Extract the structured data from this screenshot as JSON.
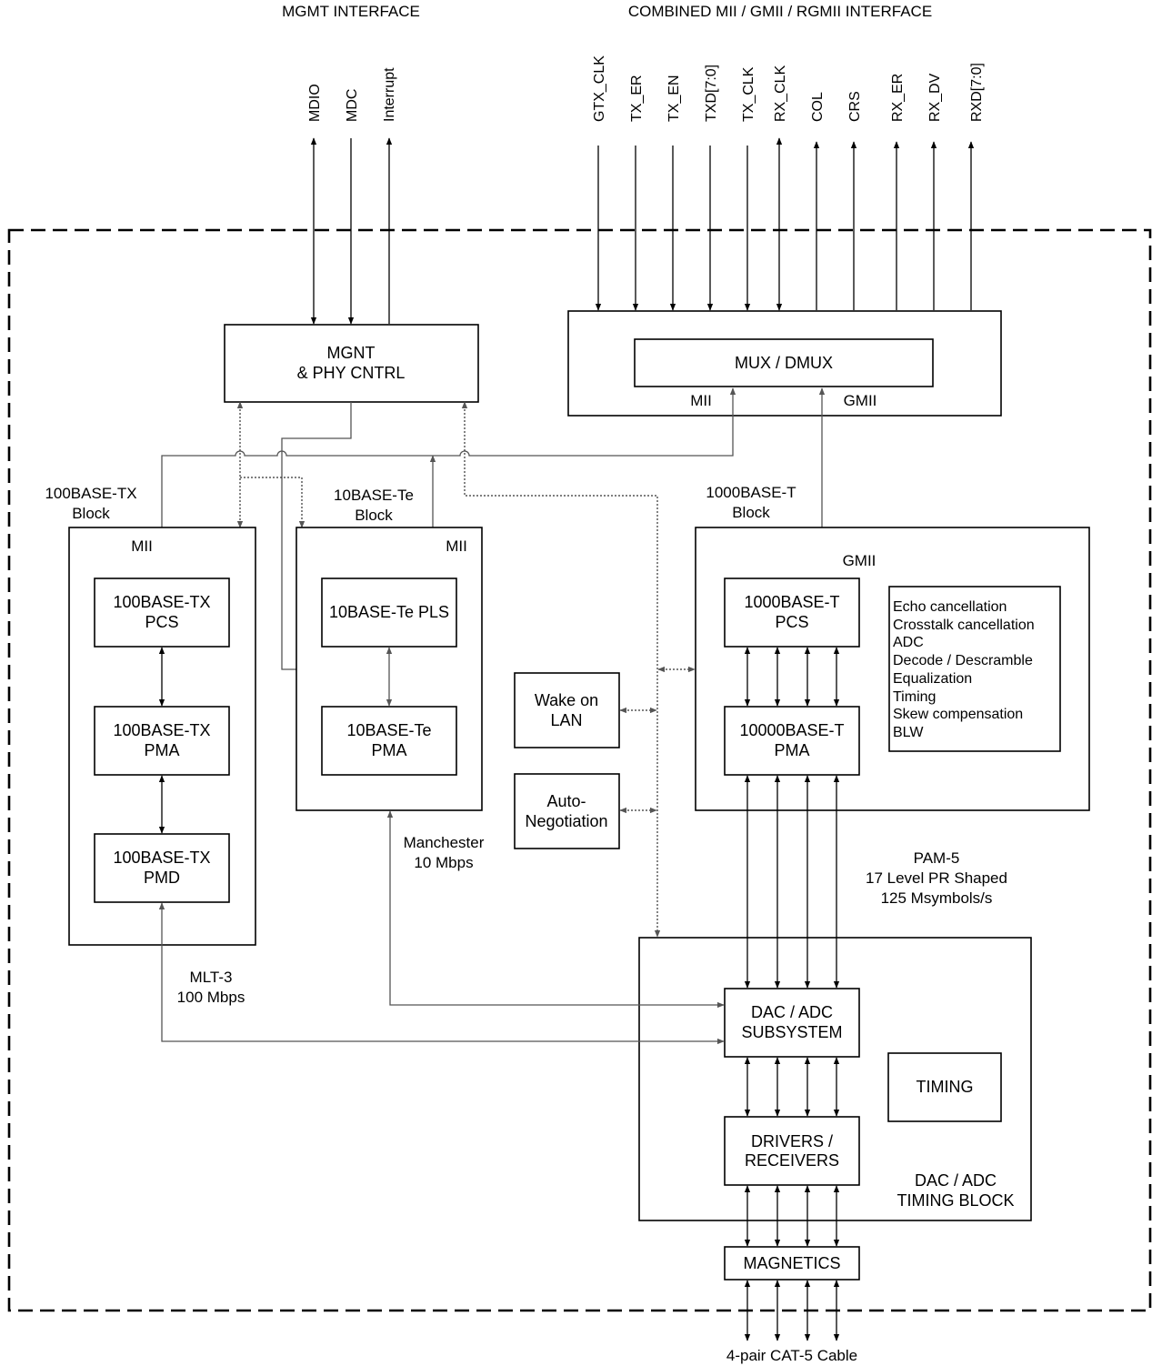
{
  "headers": {
    "mgmt": "MGMT INTERFACE",
    "combined": "COMBINED MII / GMII / RGMII  INTERFACE"
  },
  "mgmt_pins": [
    "MDIO",
    "MDC",
    "Interrupt"
  ],
  "mii_pins": [
    "GTX_CLK",
    "TX_ER",
    "TX_EN",
    "TXD[7:0]",
    "TX_CLK",
    "RX_CLK",
    "COL",
    "CRS",
    "RX_ER",
    "RX_DV",
    "RXD[7:0]"
  ],
  "blocks": {
    "mgnt": [
      "MGNT",
      "& PHY CNTRL"
    ],
    "mux": "MUX / DMUX",
    "mux_mii": "MII",
    "mux_gmii": "GMII",
    "tx_title": [
      "100BASE-TX",
      "Block"
    ],
    "tx_mii": "MII",
    "tx_pcs": [
      "100BASE-TX",
      "PCS"
    ],
    "tx_pma": [
      "100BASE-TX",
      "PMA"
    ],
    "tx_pmd": [
      "100BASE-TX",
      "PMD"
    ],
    "te_title": [
      "10BASE-Te",
      "Block"
    ],
    "te_mii": "MII",
    "te_pls": "10BASE-Te PLS",
    "te_pma": [
      "10BASE-Te",
      "PMA"
    ],
    "t_title": [
      "1000BASE-T",
      "Block"
    ],
    "t_gmii": "GMII",
    "t_pcs": [
      "1000BASE-T",
      "PCS"
    ],
    "t_pma": [
      "10000BASE-T",
      "PMA"
    ],
    "features": [
      "Echo cancellation",
      "Crosstalk cancellation",
      "ADC",
      "Decode / Descramble",
      "Equalization",
      "Timing",
      "Skew compensation",
      "BLW"
    ],
    "wol": [
      "Wake on",
      "LAN"
    ],
    "autoneg": [
      "Auto-",
      "Negotiation"
    ],
    "dac": [
      "DAC / ADC",
      "SUBSYSTEM"
    ],
    "timing": "TIMING",
    "drivers": [
      "DRIVERS /",
      "RECEIVERS"
    ],
    "dac_block": [
      "DAC / ADC",
      "TIMING BLOCK"
    ],
    "magnetics": "MAGNETICS"
  },
  "annotations": {
    "manchester": [
      "Manchester",
      "10 Mbps"
    ],
    "mlt3": [
      "MLT-3",
      "100 Mbps"
    ],
    "pam5": [
      "PAM-5",
      "17 Level PR Shaped",
      "125 Msymbols/s"
    ],
    "cable": "4-pair CAT-5 Cable"
  }
}
